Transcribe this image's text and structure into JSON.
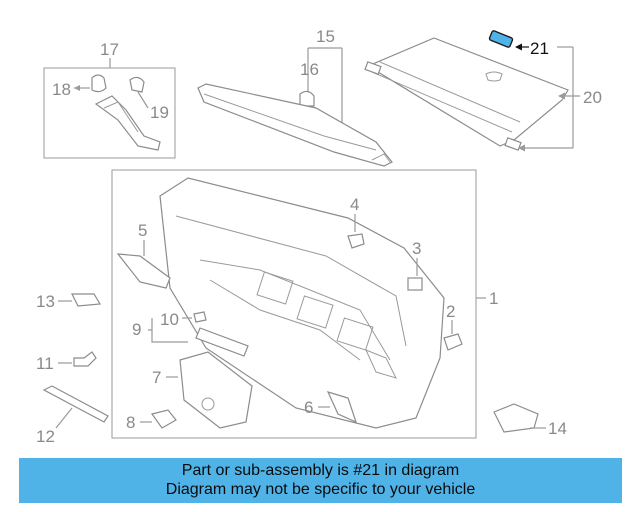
{
  "diagram": {
    "callouts": {
      "c1": "1",
      "c2": "2",
      "c3": "3",
      "c4": "4",
      "c5": "5",
      "c6": "6",
      "c7": "7",
      "c8": "8",
      "c9": "9",
      "c10": "10",
      "c11": "11",
      "c12": "12",
      "c13": "13",
      "c14": "14",
      "c15": "15",
      "c16": "16",
      "c17": "17",
      "c18": "18",
      "c19": "19",
      "c20": "20",
      "c21": "21"
    },
    "highlighted_callout": "21",
    "highlight_color": "#4fb3e8"
  },
  "banner": {
    "line1": "Part or sub-assembly is #21 in diagram",
    "line2": "Diagram may not be specific to your vehicle",
    "background": "#4fb3e8"
  }
}
